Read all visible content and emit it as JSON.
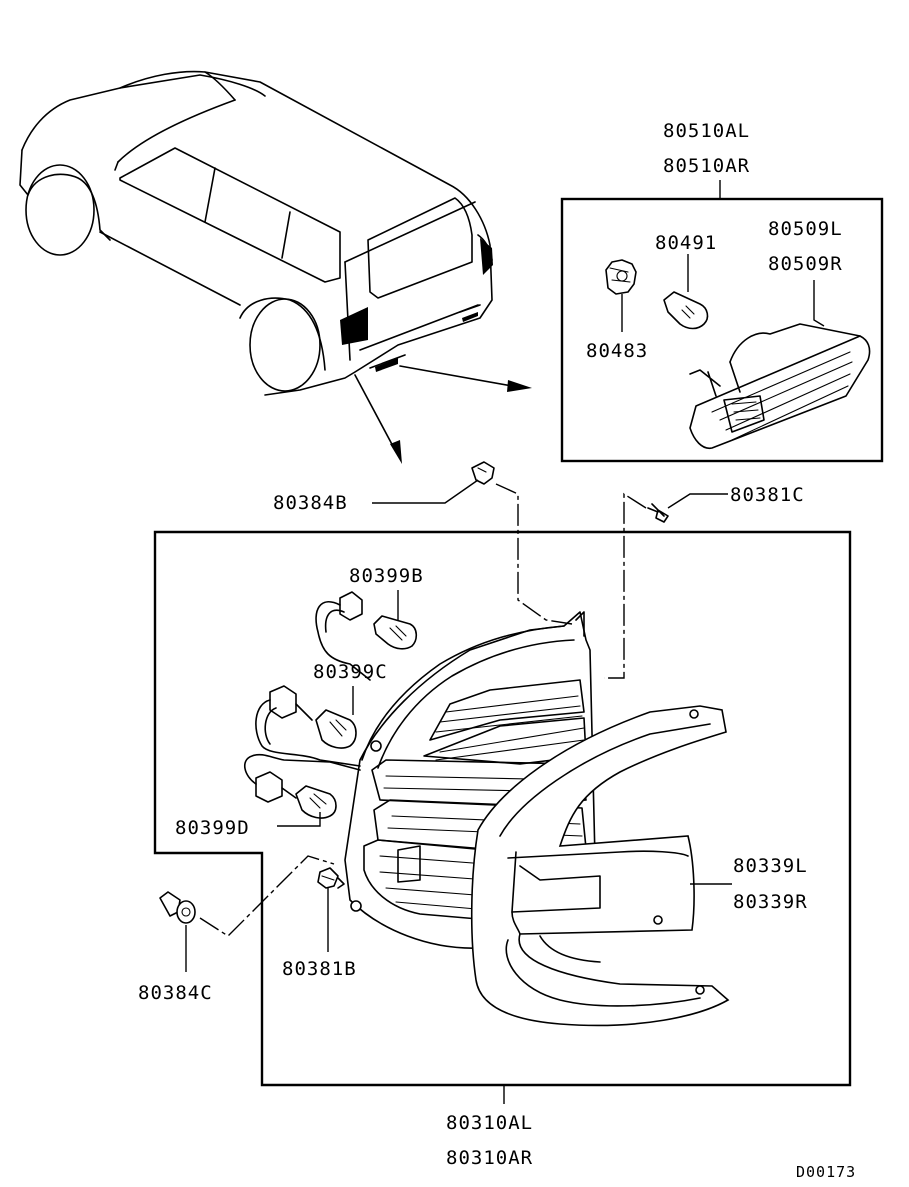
{
  "diagram_code": "D00173",
  "parts": {
    "side_marker_assy_l": "80510AL",
    "side_marker_assy_r": "80510AR",
    "side_marker_lamp_l": "80509L",
    "side_marker_lamp_r": "80509R",
    "marker_bulb": "80491",
    "marker_socket": "80483",
    "clip_top": "80384B",
    "screw_top": "80381C",
    "bulb_b": "80399B",
    "bulb_c": "80399C",
    "bulb_d": "80399D",
    "lens_cover_l": "80339L",
    "lens_cover_r": "80339R",
    "clip_side": "80384C",
    "screw_bottom": "80381B",
    "tail_lamp_assy_l": "80310AL",
    "tail_lamp_assy_r": "80310AR"
  }
}
